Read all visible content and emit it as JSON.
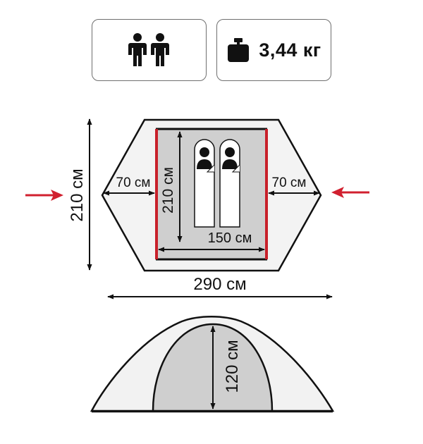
{
  "capacity": {
    "icon": "two-persons-icon"
  },
  "weight": {
    "icon": "weight-icon",
    "label": "3,44 кг"
  },
  "floor_plan": {
    "outer_depth_label": "210 см",
    "outer_width_label": "290 см",
    "vestibule_left_label": "70 см",
    "vestibule_right_label": "70 см",
    "inner_depth_label": "210 см",
    "inner_width_label": "150 см",
    "entrance_arrow_color": "#d1202f",
    "inner_tent_border_color": "#c8202a",
    "inner_floor_color": "#cfcfcf"
  },
  "side_view": {
    "height_label": "120 см",
    "inner_color": "#cfcfcf"
  }
}
